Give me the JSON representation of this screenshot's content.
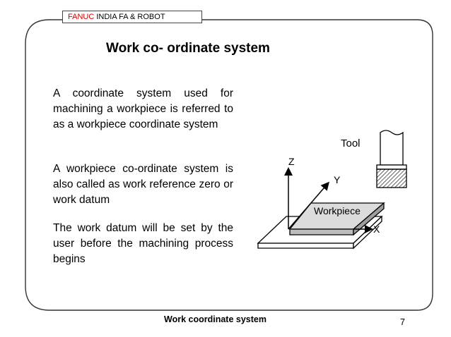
{
  "header": {
    "brand": "FANUC",
    "tagline": "INDIA  FA & ROBOT"
  },
  "slide": {
    "title": "Work co- ordinate system",
    "paragraphs": [
      "A coordinate system used for machining a workpiece is referred to as a workpiece coordinate system",
      "A workpiece co-ordinate system is also called as work reference zero or work datum",
      "The work datum will be set by the user before the machining process begins"
    ]
  },
  "diagram": {
    "tool_label": "Tool",
    "workpiece_label": "Workpiece",
    "axis_x": "X",
    "axis_y": "Y",
    "axis_z": "Z"
  },
  "footer": {
    "title": "Work coordinate system",
    "page_number": "7"
  }
}
